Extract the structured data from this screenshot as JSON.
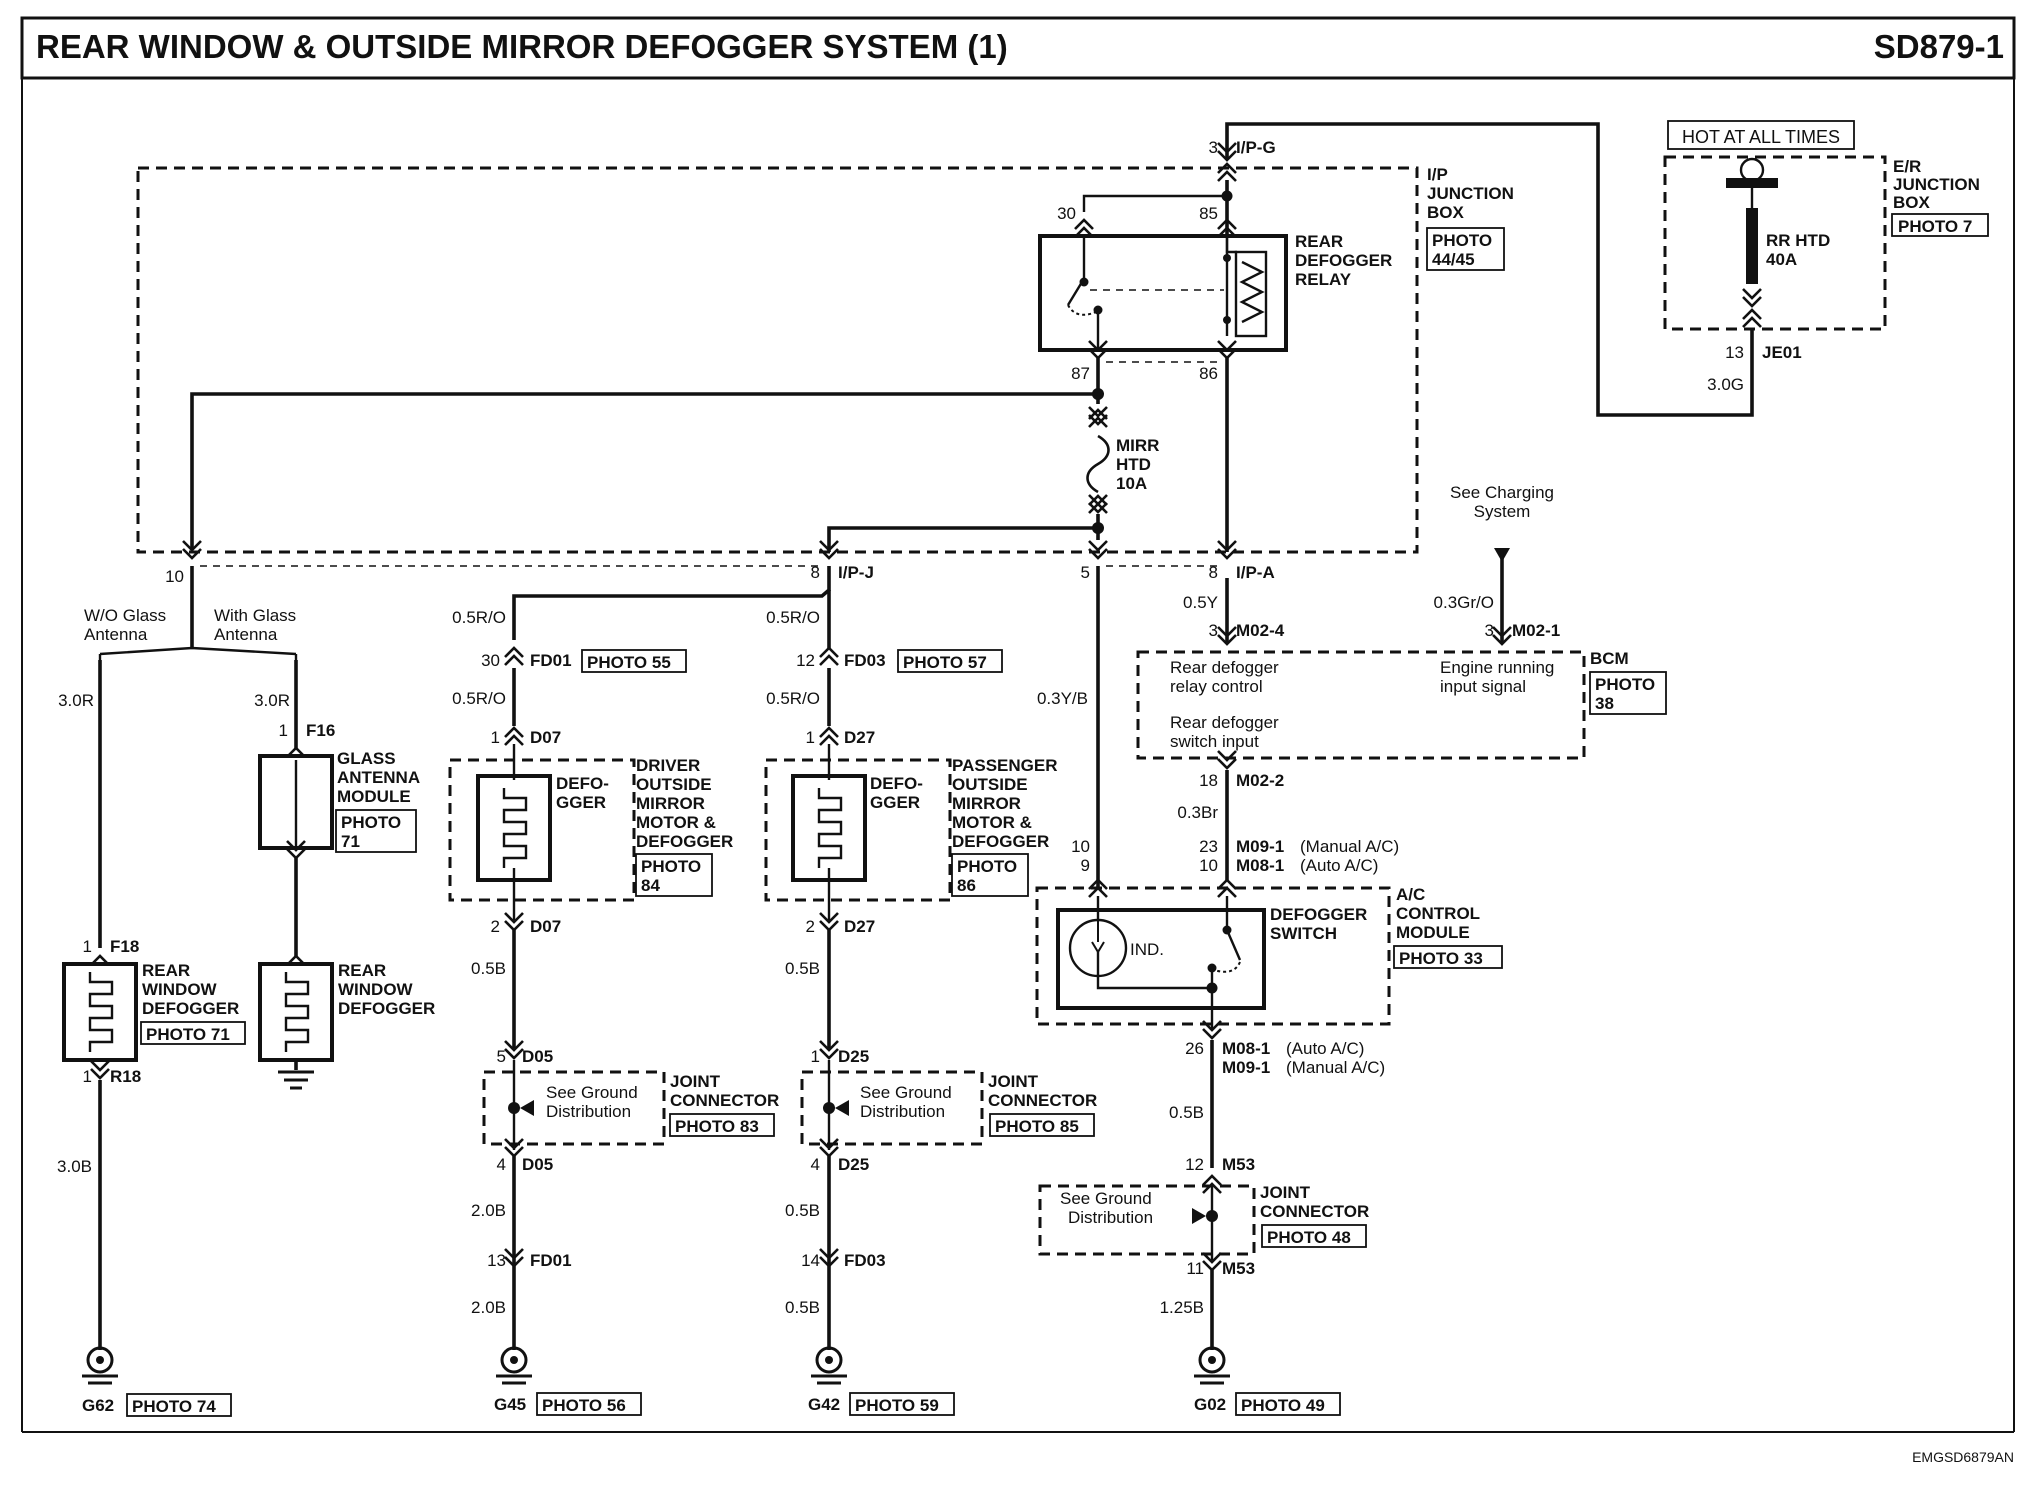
{
  "header": {
    "title": "REAR WINDOW & OUTSIDE MIRROR DEFOGGER SYSTEM (1)",
    "code": "SD879-1"
  },
  "footer": {
    "doc_id": "EMGSD6879AN"
  },
  "hot_box": {
    "label": "HOT AT ALL TIMES",
    "fuse_name": "RR HTD",
    "fuse_rating": "40A",
    "jb_line1": "E/R",
    "jb_line2": "JUNCTION",
    "jb_line3": "BOX",
    "photo": "PHOTO 7",
    "pin": "13",
    "connector": "JE01",
    "wire": "3.0G"
  },
  "ipjb": {
    "line1": "I/P",
    "line2": "JUNCTION",
    "line3": "BOX",
    "photo_1": "PHOTO",
    "photo_2": "44/45",
    "top_pin": "3",
    "top_conn": "I/P-G"
  },
  "relay": {
    "line1": "REAR",
    "line2": "DEFOGGER",
    "line3": "RELAY",
    "pin30": "30",
    "pin85": "85",
    "pin87": "87",
    "pin86": "86"
  },
  "mirr_fuse": {
    "line1": "MIRR",
    "line2": "HTD",
    "line3": "10A"
  },
  "ip_bottom": {
    "pin10": "10",
    "pin8j": "8",
    "conn_j": "I/P-J",
    "pin5": "5",
    "pin8a": "8",
    "conn_a": "I/P-A"
  },
  "charging": {
    "line1": "See Charging",
    "line2": "System",
    "wire": "0.3Gr/O",
    "pin": "3",
    "conn": "M02-1"
  },
  "antenna": {
    "wo_1": "W/O Glass",
    "wo_2": "Antenna",
    "with_1": "With Glass",
    "with_2": "Antenna",
    "wire_left": "3.0R",
    "wire_right": "3.0R"
  },
  "glass_module": {
    "pin": "1",
    "conn": "F16",
    "line1": "GLASS",
    "line2": "ANTENNA",
    "line3": "MODULE",
    "photo_1": "PHOTO",
    "photo_2": "71"
  },
  "rear_def_left": {
    "pin_top": "1",
    "conn_top": "F18",
    "line1": "REAR",
    "line2": "WINDOW",
    "line3": "DEFOGGER",
    "photo": "PHOTO 71",
    "pin_bottom": "1",
    "conn_bottom": "R18",
    "wire": "3.0B",
    "ground": "G62",
    "ground_photo": "PHOTO 74"
  },
  "rear_def_right": {
    "line1": "REAR",
    "line2": "WINDOW",
    "line3": "DEFOGGER"
  },
  "driver_branch": {
    "wire_top": "0.5R/O",
    "pin_fd": "30",
    "conn_fd": "FD01",
    "photo_fd": "PHOTO 55",
    "wire_mid": "0.5R/O",
    "pin_d1": "1",
    "conn_d1": "D07",
    "defog_1": "DEFO-",
    "defog_2": "GGER",
    "name_1": "DRIVER",
    "name_2": "OUTSIDE",
    "name_3": "MIRROR",
    "name_4": "MOTOR &",
    "name_5": "DEFOGGER",
    "photo_1": "PHOTO",
    "photo_2": "84",
    "pin_d2": "2",
    "conn_d2": "D07",
    "wire_b": "0.5B",
    "pin_j1": "5",
    "conn_j1": "D05",
    "jc_text_1": "See Ground",
    "jc_text_2": "Distribution",
    "jc_name_1": "JOINT",
    "jc_name_2": "CONNECTOR",
    "jc_photo": "PHOTO 83",
    "pin_j2": "4",
    "conn_j2": "D05",
    "wire_c": "2.0B",
    "pin_fd2": "13",
    "conn_fd2": "FD01",
    "wire_d": "2.0B",
    "ground": "G45",
    "ground_photo": "PHOTO 56"
  },
  "passenger_branch": {
    "wire_top": "0.5R/O",
    "pin_fd": "12",
    "conn_fd": "FD03",
    "photo_fd": "PHOTO 57",
    "wire_mid": "0.5R/O",
    "pin_d1": "1",
    "conn_d1": "D27",
    "defog_1": "DEFO-",
    "defog_2": "GGER",
    "name_1": "PASSENGER",
    "name_2": "OUTSIDE",
    "name_3": "MIRROR",
    "name_4": "MOTOR &",
    "name_5": "DEFOGGER",
    "photo_1": "PHOTO",
    "photo_2": "86",
    "pin_d2": "2",
    "conn_d2": "D27",
    "wire_b": "0.5B",
    "pin_j1": "1",
    "conn_j1": "D25",
    "jc_text_1": "See Ground",
    "jc_text_2": "Distribution",
    "jc_name_1": "JOINT",
    "jc_name_2": "CONNECTOR",
    "jc_photo": "PHOTO 85",
    "pin_j2": "4",
    "conn_j2": "D25",
    "wire_c": "0.5B",
    "pin_fd2": "14",
    "conn_fd2": "FD03",
    "wire_d": "0.5B",
    "ground": "G42",
    "ground_photo": "PHOTO 59"
  },
  "center": {
    "wire": "0.3Y/B",
    "pin10": "10",
    "pin9": "9"
  },
  "bcm": {
    "wire_top": "0.5Y",
    "pin_top": "3",
    "conn_top": "M02-4",
    "text_1a": "Rear defogger",
    "text_1b": "relay control",
    "text_2a": "Engine running",
    "text_2b": "input signal",
    "text_3a": "Rear defogger",
    "text_3b": "switch input",
    "name": "BCM",
    "photo_1": "PHOTO",
    "photo_2": "38",
    "pin_bottom": "18",
    "conn_bottom": "M02-2",
    "wire_bottom": "0.3Br"
  },
  "ac": {
    "pin_a": "23",
    "conn_a": "M09-1",
    "note_a": "(Manual A/C)",
    "pin_b": "10",
    "conn_b": "M08-1",
    "note_b": "(Auto A/C)",
    "ind": "IND.",
    "sw_1": "DEFOGGER",
    "sw_2": "SWITCH",
    "name_1": "A/C",
    "name_2": "CONTROL",
    "name_3": "MODULE",
    "photo": "PHOTO 33",
    "pin_c": "26",
    "conn_c": "M08-1",
    "note_c": "(Auto A/C)",
    "conn_d": "M09-1",
    "note_d": "(Manual A/C)",
    "wire": "0.5B"
  },
  "m53": {
    "pin_top": "12",
    "conn_top": "M53",
    "text_1": "See Ground",
    "text_2": "Distribution",
    "name_1": "JOINT",
    "name_2": "CONNECTOR",
    "photo": "PHOTO 48",
    "pin_bottom": "11",
    "conn_bottom": "M53",
    "wire": "1.25B",
    "ground": "G02",
    "ground_photo": "PHOTO 49"
  }
}
